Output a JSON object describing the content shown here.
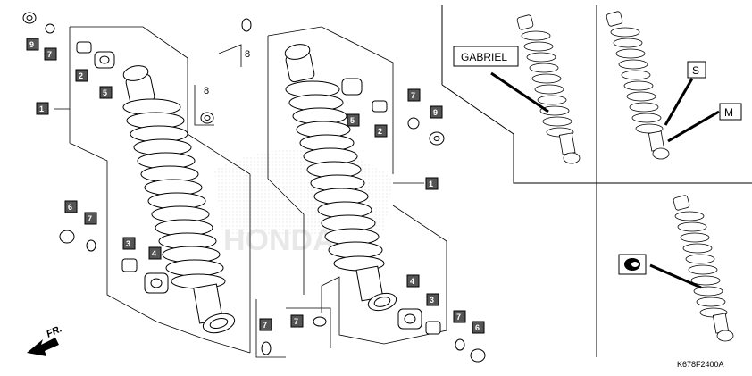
{
  "diagram": {
    "callouts": {
      "c9a": "9",
      "c7a": "7",
      "c1a": "1",
      "c2a": "2",
      "c5a": "5",
      "c6a": "6",
      "c7b": "7",
      "c3a": "3",
      "c4a": "4",
      "c8a": "8",
      "c8b": "8",
      "c5b": "5",
      "c2b": "2",
      "c7c": "7",
      "c9b": "9",
      "c1b": "1",
      "c4b": "4",
      "c3b": "3",
      "c7d": "7",
      "c6b": "6",
      "c7e": "7",
      "c7f": "7"
    },
    "variant_labels": {
      "gabriel": "GABRIEL",
      "s": "S",
      "m": "M"
    },
    "direction_label": "FR.",
    "diagram_code": "K678F2400A"
  }
}
